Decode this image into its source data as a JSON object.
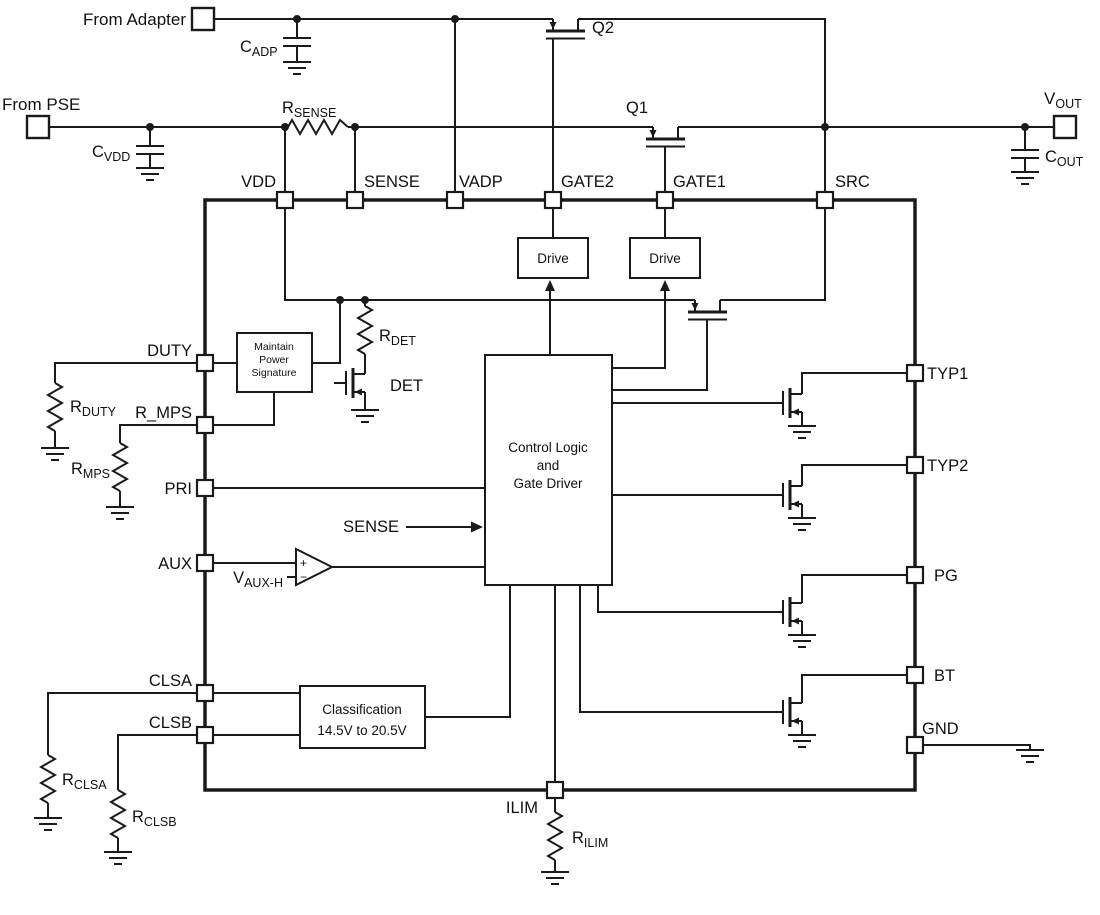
{
  "colors": {
    "ink": "#1a1a1a",
    "background": "#ffffff"
  },
  "io": {
    "from_adapter": "From Adapter",
    "from_pse": "From PSE",
    "vout": {
      "main": "V",
      "sub": "OUT"
    }
  },
  "pins": {
    "vdd": "VDD",
    "sense": "SENSE",
    "vadp": "VADP",
    "gate2": "GATE2",
    "gate1": "GATE1",
    "src": "SRC",
    "duty": "DUTY",
    "r_mps": "R_MPS",
    "pri": "PRI",
    "aux": "AUX",
    "clsa": "CLSA",
    "clsb": "CLSB",
    "typ1": "TYP1",
    "typ2": "TYP2",
    "pg": "PG",
    "bt": "BT",
    "gnd": "GND",
    "ilim": "ILIM"
  },
  "transistors": {
    "q1": "Q1",
    "q2": "Q2",
    "det": "DET"
  },
  "passives": {
    "cadp": {
      "main": "C",
      "sub": "ADP"
    },
    "cvdd": {
      "main": "C",
      "sub": "VDD"
    },
    "cout": {
      "main": "C",
      "sub": "OUT"
    },
    "rsense": {
      "main": "R",
      "sub": "SENSE"
    },
    "rdet": {
      "main": "R",
      "sub": "DET"
    },
    "rduty": {
      "main": "R",
      "sub": "DUTY"
    },
    "rmps": {
      "main": "R",
      "sub": "MPS"
    },
    "rclsa": {
      "main": "R",
      "sub": "CLSA"
    },
    "rclsb": {
      "main": "R",
      "sub": "CLSB"
    },
    "rilim": {
      "main": "R",
      "sub": "ILIM"
    }
  },
  "refs": {
    "vauxh": {
      "main": "V",
      "sub": "AUX-H"
    }
  },
  "blocks": {
    "drive1": "Drive",
    "drive2": "Drive",
    "mps": [
      "Maintain",
      "Power",
      "Signature"
    ],
    "control": [
      "Control Logic",
      "and",
      "Gate Driver"
    ],
    "classification": [
      "Classification",
      "14.5V to 20.5V"
    ]
  },
  "signals": {
    "sense_arrow": "SENSE"
  },
  "comparator": {
    "plus": "+",
    "minus": "−"
  }
}
